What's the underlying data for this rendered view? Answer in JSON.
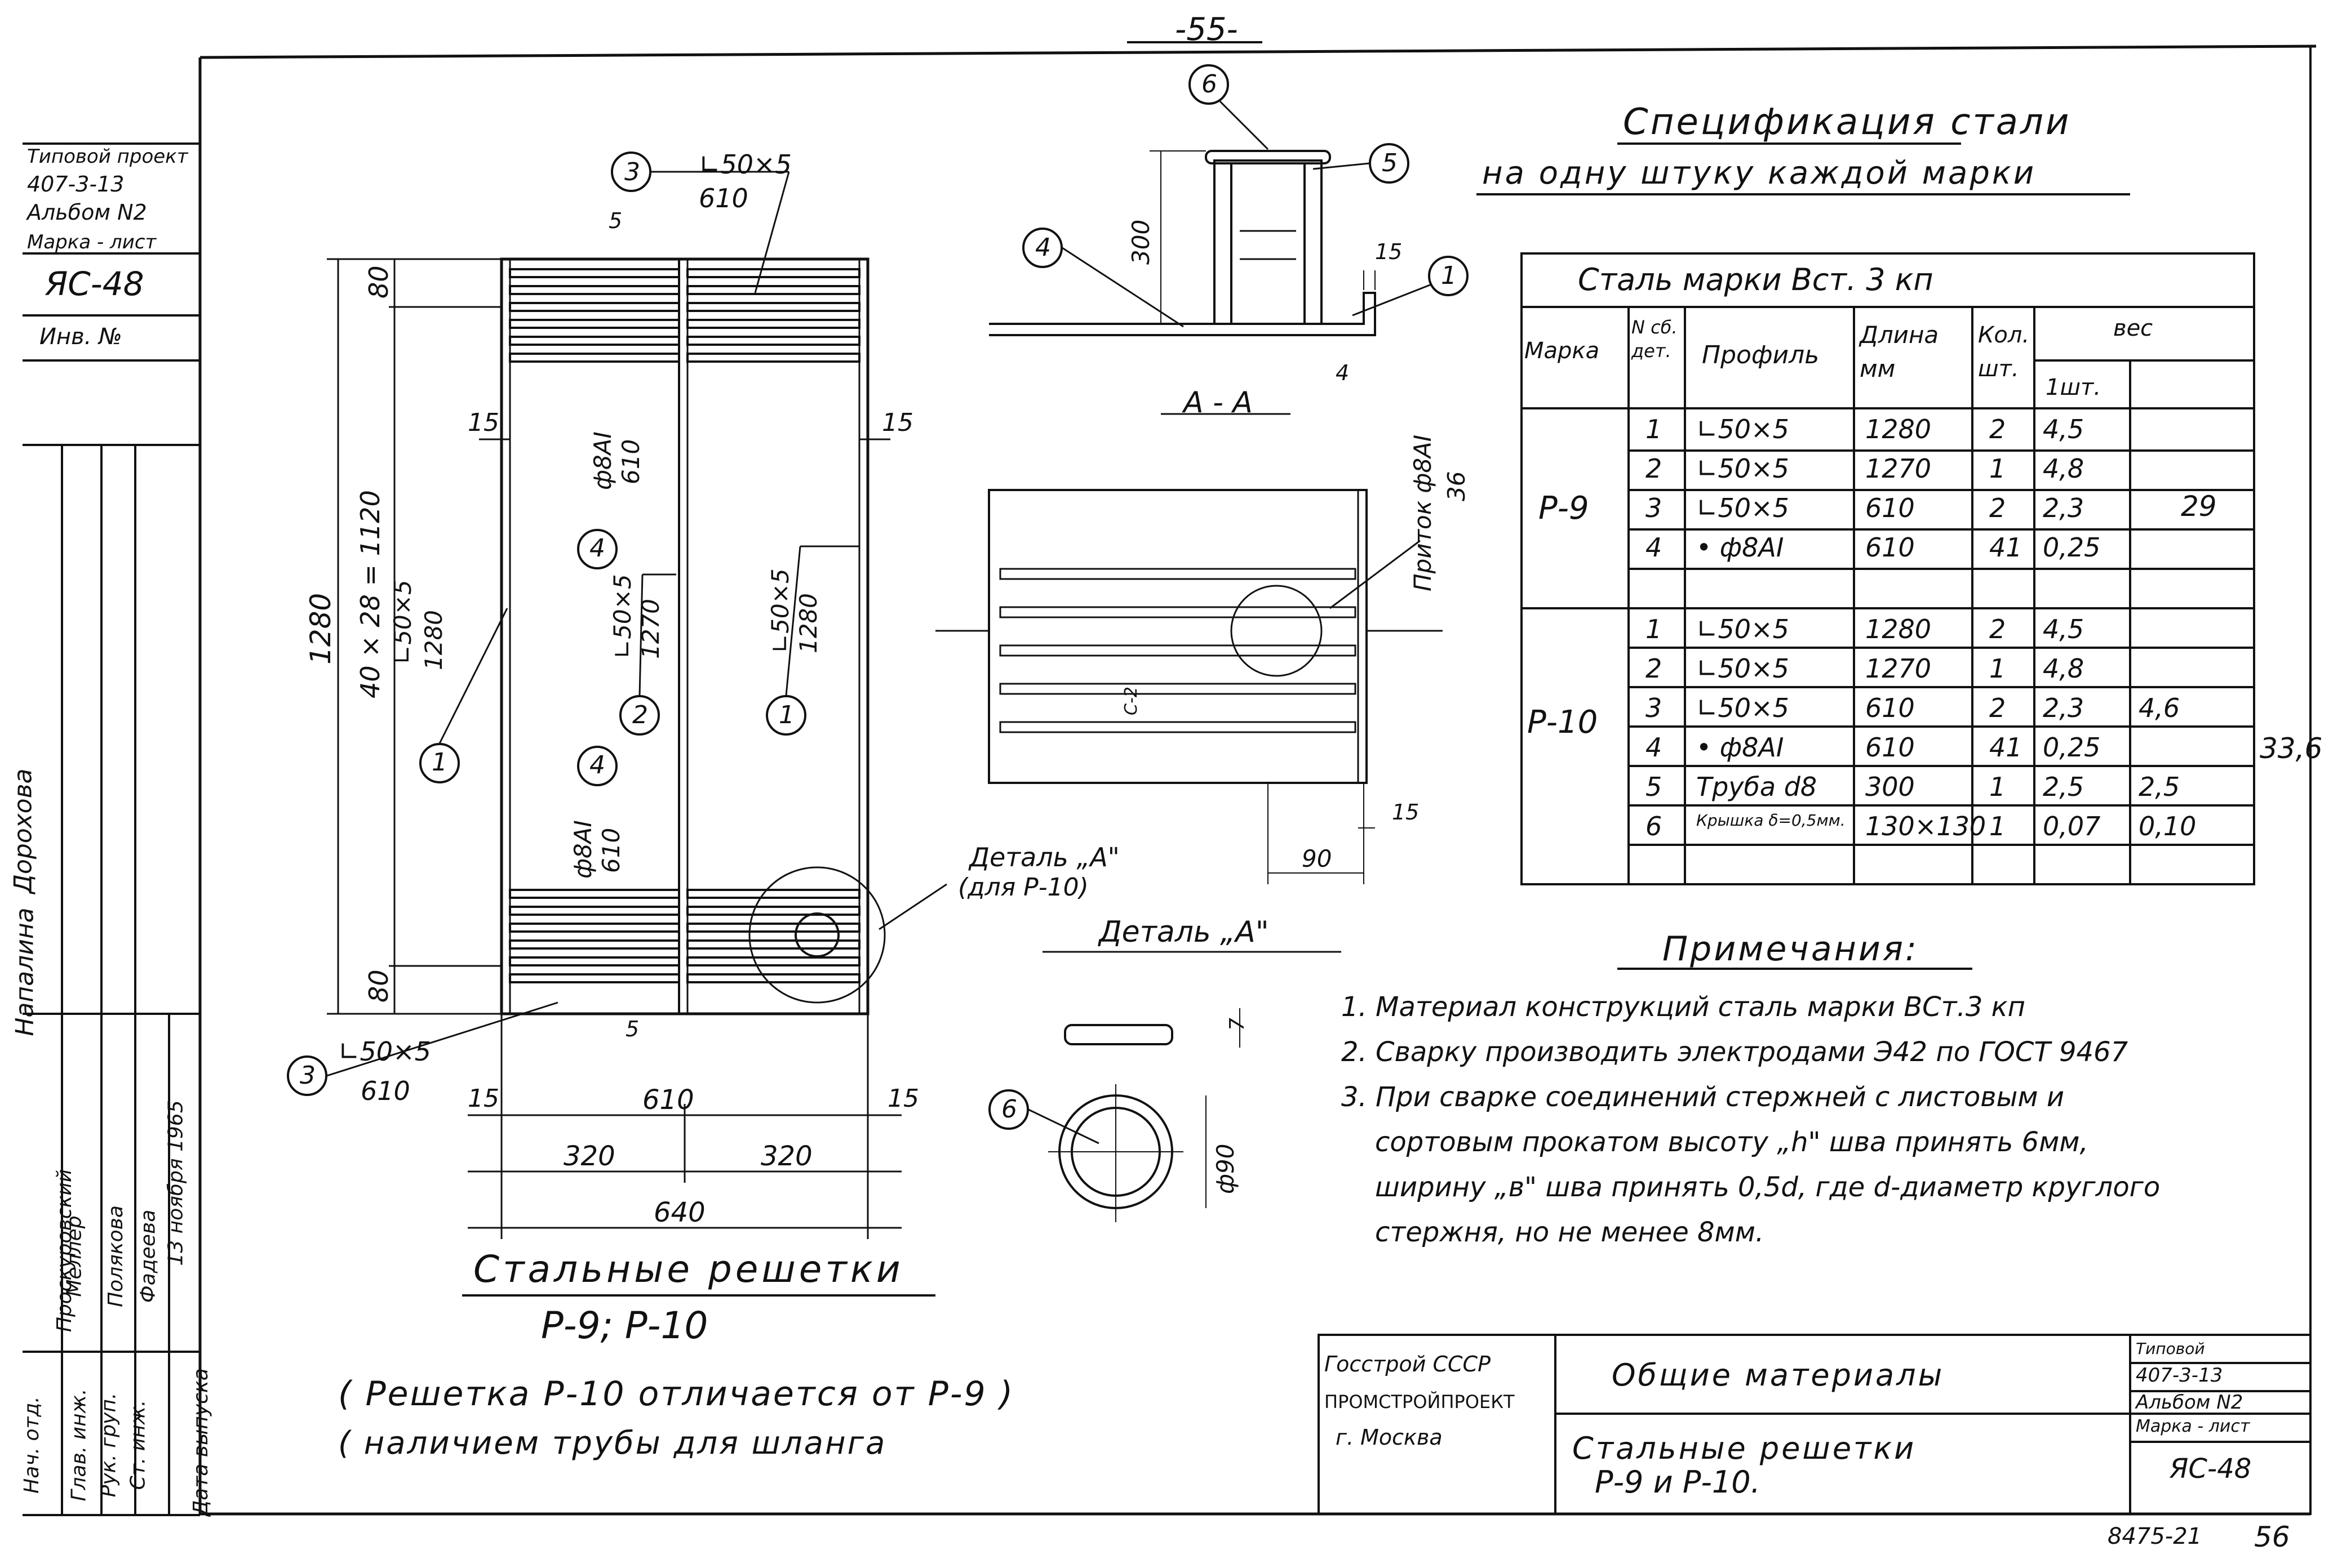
{
  "page_number_top": "-55-",
  "page_number_bottom": "56",
  "sheet_code_bottom": "8475-21",
  "left_stamp": {
    "project": [
      "Типовой проект",
      "407-3-13",
      "Альбом N2"
    ],
    "mark_label": "Марка - лист",
    "mark": "ЯС-48",
    "inv_label": "Инв. №",
    "roles": [
      "Нач. отд.",
      "Глав. инж.",
      "Рук. груп.",
      "Ст. инж.",
      "Дата выпуска"
    ],
    "names": [
      "Проскуровский",
      "Меллер",
      "Полякова",
      "Фадеева",
      "13 ноября 1965"
    ],
    "vertical_names": [
      "Дорохова",
      "Напалина"
    ]
  },
  "drawing": {
    "main_title": "Стальные решетки",
    "main_subtitle": "Р-9; Р-10",
    "note_line1": "( Решетка Р-10 отличается от Р-9 )",
    "note_line2": "( наличием трубы для шланга",
    "section_label": "А - А",
    "detail_label": "Деталь „А\"",
    "detail_ref": "Деталь „А\"",
    "detail_ref_note": "(для Р-10)",
    "pritok_label": "Приток ф8АI",
    "pritok_value": "36",
    "dims": {
      "height_total": "1280",
      "height_mid": "40 × 28 = 1120",
      "top_80": "80",
      "bot_80": "80",
      "w15_a": "15",
      "w15_b": "15",
      "w15_c": "15",
      "w15_d": "15",
      "w610": "610",
      "w320_a": "320",
      "w320_b": "320",
      "w640": "640",
      "top5": "5",
      "bot5": "5",
      "sec300": "300",
      "sec15": "15",
      "sec4": "4",
      "sec90": "90",
      "sec15b": "15",
      "det_diam": "ф90",
      "det_7": "7",
      "c2": "C-2"
    },
    "callouts": [
      {
        "num": "3",
        "profile": "∟50×5",
        "len": "610"
      },
      {
        "num": "1",
        "profile": "∟50×5",
        "len": "1280"
      },
      {
        "num": "2",
        "profile": "∟50×5",
        "len": "1270"
      },
      {
        "num": "1",
        "profile": "∟50×5",
        "len": "1280"
      },
      {
        "num": "4",
        "profile": "ф8АI",
        "len": "610"
      },
      {
        "num": "4",
        "profile": "ф8АI",
        "len": "610"
      },
      {
        "num": "3",
        "profile": "∟50×5",
        "len": "610"
      },
      {
        "num": "4",
        "profile": "",
        "len": ""
      },
      {
        "num": "5",
        "profile": "",
        "len": ""
      },
      {
        "num": "6",
        "profile": "",
        "len": ""
      },
      {
        "num": "1",
        "profile": "",
        "len": ""
      },
      {
        "num": "6",
        "profile": "",
        "len": ""
      }
    ]
  },
  "spec": {
    "title": "Спецификация стали",
    "subtitle": "на одну штуку каждой марки",
    "steel_grade": "Сталь марки Вст. 3 кп",
    "headers": {
      "mark": "Марка",
      "det": "N сб. дет.",
      "profile": "Профиль",
      "length": "Длина мм",
      "qty": "Кол. шт.",
      "weight": "вес",
      "weight_unit": "1шт."
    },
    "groups": [
      {
        "mark": "Р-9",
        "total": "29",
        "rows": [
          {
            "n": "1",
            "profile": "∟50×5",
            "length": "1280",
            "qty": "2",
            "w1": "4,5",
            "wt": ""
          },
          {
            "n": "2",
            "profile": "∟50×5",
            "length": "1270",
            "qty": "1",
            "w1": "4,8",
            "wt": ""
          },
          {
            "n": "3",
            "profile": "∟50×5",
            "length": "610",
            "qty": "2",
            "w1": "2,3",
            "wt": ""
          },
          {
            "n": "4",
            "profile": "• ф8АI",
            "length": "610",
            "qty": "41",
            "w1": "0,25",
            "wt": ""
          }
        ]
      },
      {
        "mark": "Р-10",
        "total": "33,6",
        "rows": [
          {
            "n": "1",
            "profile": "∟50×5",
            "length": "1280",
            "qty": "2",
            "w1": "4,5",
            "wt": ""
          },
          {
            "n": "2",
            "profile": "∟50×5",
            "length": "1270",
            "qty": "1",
            "w1": "4,8",
            "wt": ""
          },
          {
            "n": "3",
            "profile": "∟50×5",
            "length": "610",
            "qty": "2",
            "w1": "2,3",
            "wt": "4,6"
          },
          {
            "n": "4",
            "profile": "• ф8АI",
            "length": "610",
            "qty": "41",
            "w1": "0,25",
            "wt": ""
          },
          {
            "n": "5",
            "profile": "Труба d8",
            "length": "300",
            "qty": "1",
            "w1": "2,5",
            "wt": "2,5"
          },
          {
            "n": "6",
            "profile": "Крышка δ=0,5мм.",
            "length": "130×130",
            "qty": "1",
            "w1": "0,07",
            "wt": "0,10"
          }
        ]
      }
    ]
  },
  "notes": {
    "title": "Примечания:",
    "lines": [
      "1. Материал конструкций сталь марки ВСт.3 кп",
      "2. Сварку производить электродами Э42 по ГОСТ 9467",
      "3. При сварке соединений стержней с листовым и",
      "сортовым прокатом высоту „h\" шва принять 6мм,",
      "ширину „в\" шва принять 0,5d, где d-диаметр круглого",
      "стержня, но не менее 8мм."
    ]
  },
  "title_block": {
    "org": [
      "Госстрой СССР",
      "ПРОМСТРОЙПРОЕКТ",
      "г. Москва"
    ],
    "name1": "Общие материалы",
    "name2": "Стальные решетки",
    "name3": "Р-9 и Р-10.",
    "right": [
      "Типовой",
      "407-3-13",
      "Альбом N2",
      "Марка - лист",
      "ЯС-48"
    ]
  }
}
